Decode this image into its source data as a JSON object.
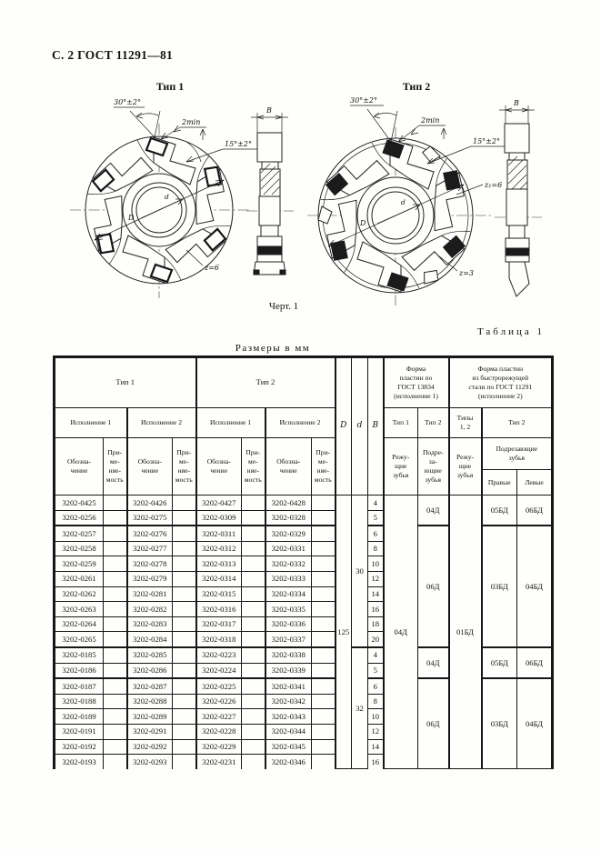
{
  "page": {
    "header": "С. 2 ГОСТ 11291—81",
    "figure_caption": "Черт. 1",
    "table_caption": "Таблица 1",
    "units_note": "Размеры в мм"
  },
  "figures": {
    "type1": {
      "title": "Тип 1",
      "angle_top": "30°±2°",
      "len_min": "2min",
      "angle_face": "15°±2°",
      "dia_outer": "D",
      "dia_bore": "d",
      "teeth": "z=6",
      "width": "B"
    },
    "type2": {
      "title": "Тип 2",
      "angle_top": "30°±2°",
      "len_min": "2min",
      "angle_face": "15°±2°",
      "dia_outer": "D",
      "dia_bore": "d",
      "teeth_cutting": "z₁=6",
      "teeth": "z=3",
      "width": "B"
    }
  },
  "table": {
    "header": {
      "type1_group": "Тип 1",
      "type2_group": "Тип 2",
      "exec1": "Исполнение 1",
      "exec2": "Исполнение 2",
      "dim_D": "D",
      "dim_d": "d",
      "dim_B": "B",
      "form_carbide": "Форма\nпластин по\nГОСТ 13834\n(исполнение 1)",
      "form_hss": "Форма пластин\nиз быстрорежущей\nстали по ГОСТ 11291\n(исполнение 2)",
      "form_t1": "Тип 1",
      "form_t2": "Тип 2",
      "form_t12": "Типы\n1, 2",
      "form_t2b": "Тип 2",
      "designation": "Обозна-\nчение",
      "applicability": "При-\nме-\nняе-\nмость",
      "cutting_teeth": "Режу-\nщие\nзубья",
      "undercutting_teeth": "Подре-\nза-\nющие\nзубья",
      "cutting_teeth2": "Режу-\nщие\nзубья",
      "undercutting_teeth2": "Подрезающие\nзубья",
      "right_label": "Правые",
      "left_label": "Левые"
    },
    "rows": [
      {
        "o1": "3202-0425",
        "o2": "3202-0426",
        "o3": "3202-0427",
        "o4": "3202-0428",
        "D": "125",
        "d": "30",
        "B": "4",
        "f1": "04Д",
        "f2": "04Д",
        "f3": "01БД",
        "pr": "05БД",
        "lv": "06БД"
      },
      {
        "o1": "3202-0256",
        "o2": "3202-0275",
        "o3": "3202-0309",
        "o4": "3202-0328",
        "B": "5"
      },
      {
        "o1": "3202-0257",
        "o2": "3202-0276",
        "o3": "3202-0311",
        "o4": "3202-0329",
        "B": "6",
        "f2": "06Д",
        "pr": "03БД",
        "lv": "04БД"
      },
      {
        "o1": "3202-0258",
        "o2": "3202-0277",
        "o3": "3202-0312",
        "o4": "3202-0331",
        "B": "8"
      },
      {
        "o1": "3202-0259",
        "o2": "3202-0278",
        "o3": "3202-0313",
        "o4": "3202-0332",
        "B": "10"
      },
      {
        "o1": "3202-0261",
        "o2": "3202-0279",
        "o3": "3202-0314",
        "o4": "3202-0333",
        "B": "12"
      },
      {
        "o1": "3202-0262",
        "o2": "3202-0281",
        "o3": "3202-0315",
        "o4": "3202-0334",
        "B": "14"
      },
      {
        "o1": "3202-0263",
        "o2": "3202-0282",
        "o3": "3202-0316",
        "o4": "3202-0335",
        "B": "16"
      },
      {
        "o1": "3202-0264",
        "o2": "3202-0283",
        "o3": "3202-0317",
        "o4": "3202-0336",
        "B": "18"
      },
      {
        "o1": "3202-0265",
        "o2": "3202-0284",
        "o3": "3202-0318",
        "o4": "3202-0337",
        "B": "20"
      },
      {
        "o1": "3202-0185",
        "o2": "3202-0285",
        "o3": "3202-0223",
        "o4": "3202-0338",
        "d": "32",
        "B": "4",
        "f2": "04Д",
        "pr": "05БД",
        "lv": "06БД"
      },
      {
        "o1": "3202-0186",
        "o2": "3202-0286",
        "o3": "3202-0224",
        "o4": "3202-0339",
        "B": "5"
      },
      {
        "o1": "3202-0187",
        "o2": "3202-0287",
        "o3": "3202-0225",
        "o4": "3202-0341",
        "B": "6",
        "f2": "06Д",
        "pr": "03БД",
        "lv": "04БД"
      },
      {
        "o1": "3202-0188",
        "o2": "3202-0288",
        "o3": "3202-0226",
        "o4": "3202-0342",
        "B": "8"
      },
      {
        "o1": "3202-0189",
        "o2": "3202-0289",
        "o3": "3202-0227",
        "o4": "3202-0343",
        "B": "10"
      },
      {
        "o1": "3202-0191",
        "o2": "3202-0291",
        "o3": "3202-0228",
        "o4": "3202-0344",
        "B": "12"
      },
      {
        "o1": "3202-0192",
        "o2": "3202-0292",
        "o3": "3202-0229",
        "o4": "3202-0345",
        "B": "14"
      },
      {
        "o1": "3202-0193",
        "o2": "3202-0293",
        "o3": "3202-0231",
        "o4": "3202-0346",
        "B": "16"
      }
    ]
  }
}
